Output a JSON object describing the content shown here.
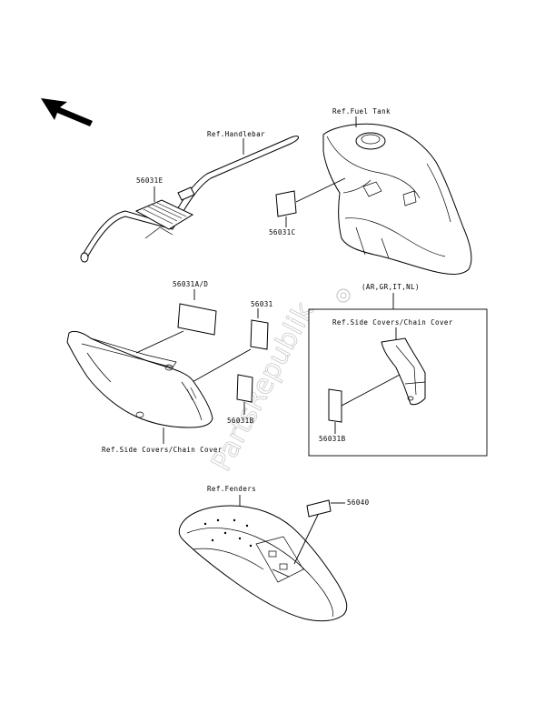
{
  "labels": {
    "handlebar_ref": "Ref.Handlebar",
    "fuel_tank_ref": "Ref.Fuel Tank",
    "part_56031e": "56031E",
    "part_56031c": "56031C",
    "part_56031ad": "56031A/D",
    "part_56031": "56031",
    "part_56031b_left": "56031B",
    "side_covers_ref_left": "Ref.Side Covers/Chain Cover",
    "region_note": "(AR,GR,IT,NL)",
    "side_covers_ref_box": "Ref.Side Covers/Chain Cover",
    "part_56031b_box": "56031B",
    "fenders_ref": "Ref.Fenders",
    "part_56040": "56040"
  },
  "watermark": "PartsRepublik",
  "icons": [
    "direction-arrow-icon",
    "watermark-gear-icon"
  ],
  "colors": {
    "line": "#000000",
    "watermark": "#c9c9c9",
    "background": "#ffffff"
  }
}
